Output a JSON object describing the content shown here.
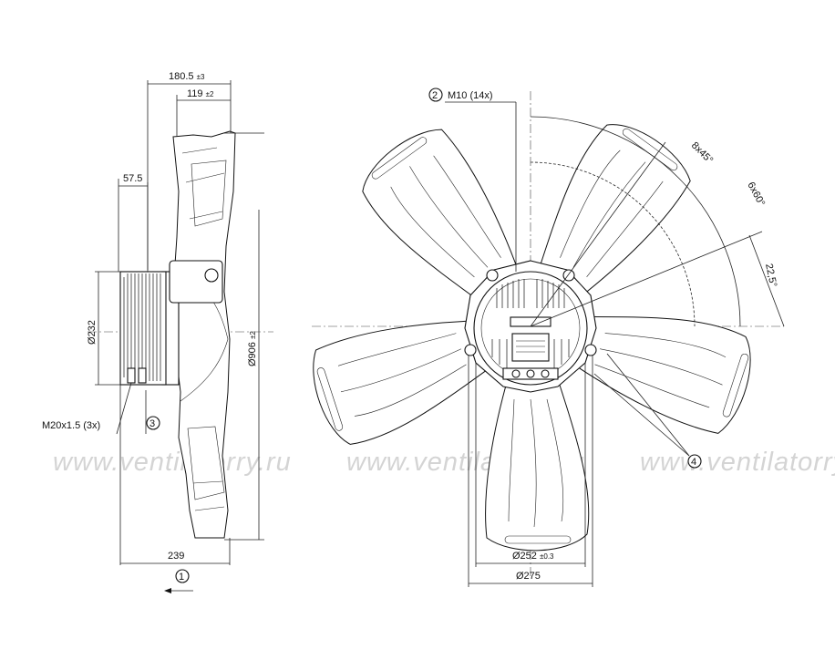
{
  "side_view": {
    "dim_overall_depth": "180.5",
    "dim_overall_depth_tol": "±3",
    "dim_blade_depth": "119",
    "dim_blade_depth_tol": "±2",
    "dim_motor_offset": "57.5",
    "dim_motor_diameter": "Ø232",
    "dim_fan_diameter": "Ø906",
    "dim_fan_diameter_tol": "±2",
    "cable_gland": "M20x1.5 (3x)",
    "callout_3": "3",
    "dim_total_depth": "239",
    "callout_1": "1"
  },
  "front_view": {
    "callout_2": "2",
    "mount_thread": "M10 (14x)",
    "angle_8x45": "8x45°",
    "angle_6x60": "6x60°",
    "angle_22_5": "22,5°",
    "callout_4": "4",
    "dim_bolt_circle": "Ø252",
    "dim_bolt_circle_tol": "±0.3",
    "dim_hub_diameter": "Ø275"
  },
  "watermark": "www.ventilatorry.ru"
}
